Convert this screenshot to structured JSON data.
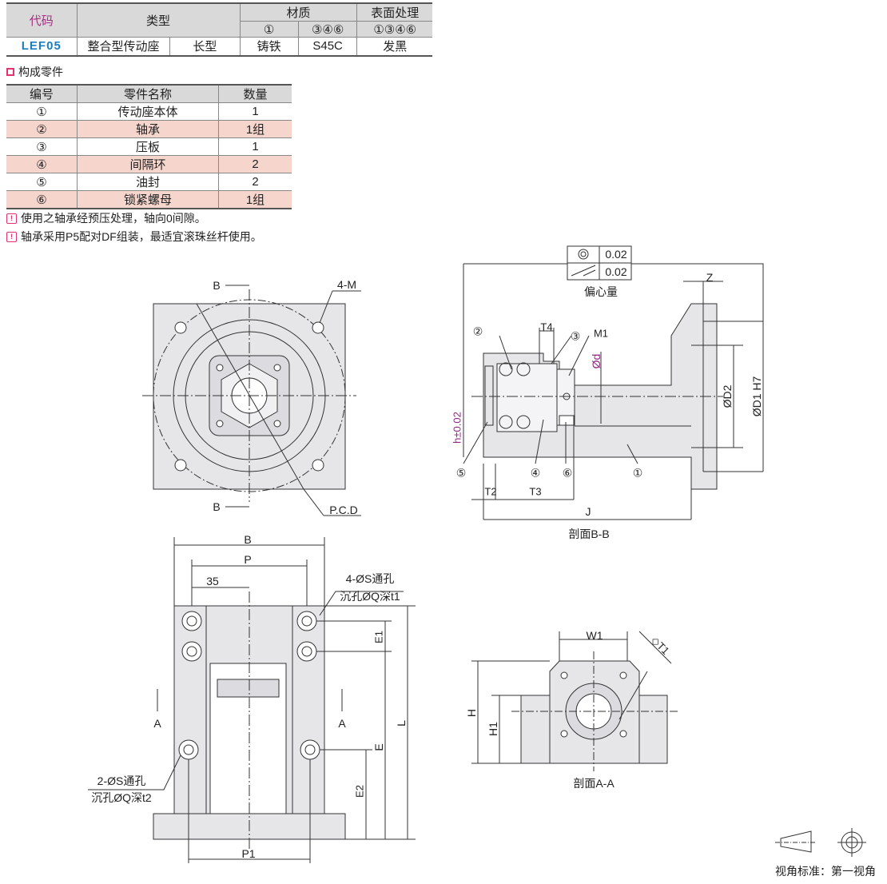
{
  "spec_table": {
    "headers": {
      "code": "代码",
      "type": "类型",
      "material": "材质",
      "surface": "表面处理"
    },
    "subheaders": {
      "material_1": "①",
      "material_2": "③④⑥",
      "surface": "①③④⑥"
    },
    "row": {
      "code": "LEF05",
      "type": "整合型传动座",
      "length": "长型",
      "material_1": "铸铁",
      "material_2": "S45C",
      "surface": "发黑"
    }
  },
  "parts_section": {
    "title": "构成零件",
    "headers": [
      "编号",
      "零件名称",
      "数量"
    ],
    "rows": [
      [
        "①",
        "传动座本体",
        "1"
      ],
      [
        "②",
        "轴承",
        "1组"
      ],
      [
        "③",
        "压板",
        "1"
      ],
      [
        "④",
        "间隔环",
        "2"
      ],
      [
        "⑤",
        "油封",
        "2"
      ],
      [
        "⑥",
        "锁紧螺母",
        "1组"
      ]
    ]
  },
  "notes": [
    "使用之轴承经预压处理，轴向0间隙。",
    "轴承采用P5配对DF组装，最适宜滚珠丝杆使用。"
  ],
  "front_view": {
    "b_top": "B",
    "b_bottom": "B",
    "holes": "4-M",
    "pcd": "P.C.D"
  },
  "section_bb": {
    "tol1": "0.02",
    "tol2": "0.02",
    "tol_label": "偏心量",
    "z": "Z",
    "t4": "T4",
    "m1": "M1",
    "d": "Ød",
    "d2": "ØD2",
    "d1": "ØD1 H7",
    "h": "h±0.02",
    "t2": "T2",
    "t3": "T3",
    "j": "J",
    "title": "剖面B-B",
    "callouts": [
      "②",
      "③",
      "⑤",
      "④",
      "⑥",
      "①"
    ]
  },
  "bottom_view": {
    "b": "B",
    "p": "P",
    "dim35": "35",
    "hole4": "4-ØS通孔",
    "cb4": "沉孔ØQ深t1",
    "hole2": "2-ØS通孔",
    "cb2": "沉孔ØQ深t2",
    "a_left": "A",
    "a_right": "A",
    "e1": "E1",
    "e": "E",
    "e2": "E2",
    "l": "L",
    "p1": "P1"
  },
  "section_aa": {
    "w1": "W1",
    "t1": "◇T1",
    "h": "H",
    "h1": "H1",
    "title": "剖面A-A"
  },
  "projection": {
    "label": "视角标准：第一视角"
  }
}
